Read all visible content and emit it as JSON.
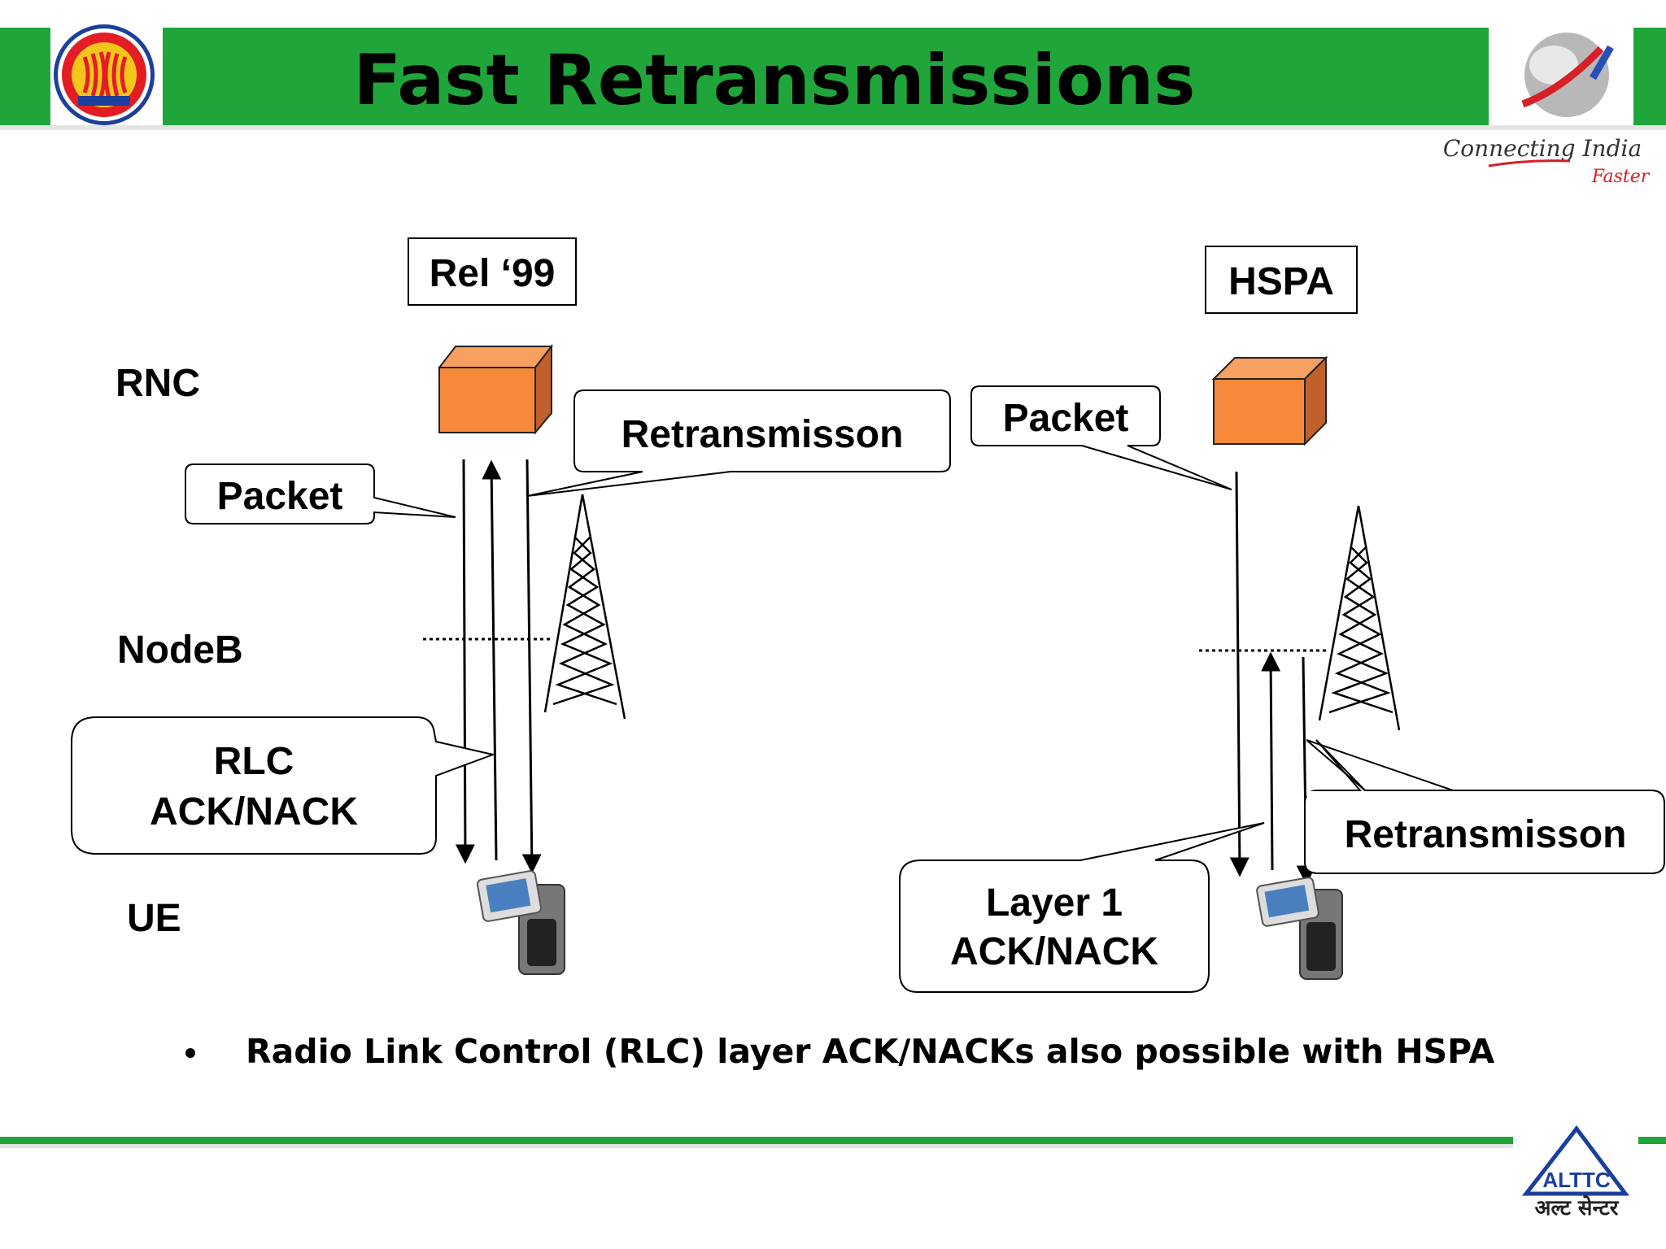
{
  "slide": {
    "title": "Fast Retransmissions",
    "bullet": "Radio Link Control (RLC) layer ACK/NACKs also possible with HSPA",
    "colors": {
      "header_green": "#1fa53a",
      "box_orange": "#f6893a",
      "box_orange_dark": "#c0602a"
    }
  },
  "logos": {
    "left": "asean",
    "top_right_tagline": "Connecting India",
    "top_right_tagline2": "Faster",
    "bottom_right_abbrev": "ALTTC",
    "bottom_right_hindi": "अल्ट सेन्टर"
  },
  "rows": {
    "rnc": "RNC",
    "nodeb": "NodeB",
    "ue": "UE"
  },
  "left_diagram": {
    "header": "Rel ‘99",
    "packet": "Packet",
    "retransmission": "Retransmisson",
    "ack_line1": "RLC",
    "ack_line2": "ACK/NACK"
  },
  "right_diagram": {
    "header": "HSPA",
    "packet": "Packet",
    "retransmission": "Retransmisson",
    "ack_line1": "Layer 1",
    "ack_line2": "ACK/NACK"
  }
}
